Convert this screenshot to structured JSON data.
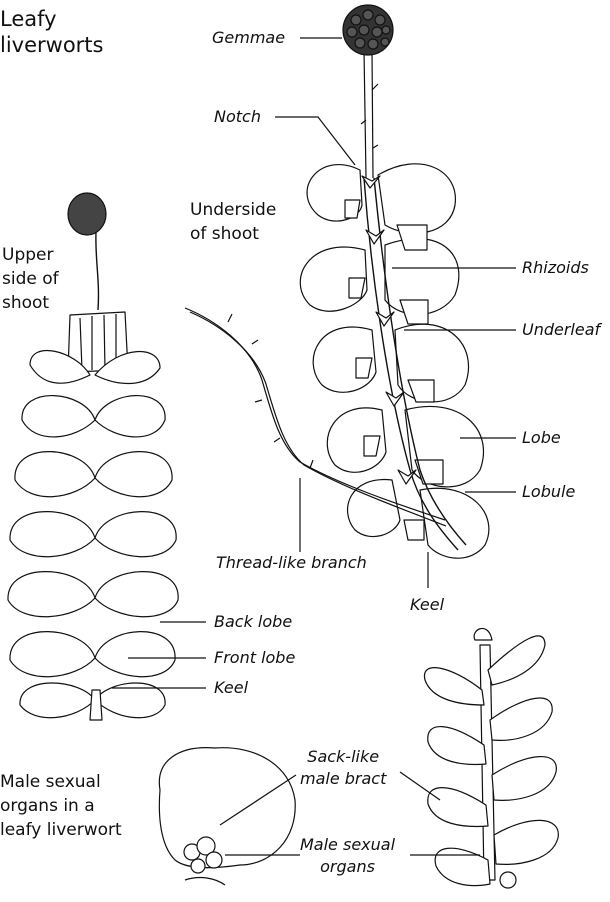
{
  "title": "Leafy\nliverworts",
  "headings": {
    "underside": "Underside\nof shoot",
    "upper": "Upper\nside of\nshoot",
    "male": "Male sexual\norgans in a\nleafy liverwort"
  },
  "labels": {
    "gemmae": "Gemmae",
    "notch": "Notch",
    "rhizoids": "Rhizoids",
    "underleaf": "Underleaf",
    "lobe": "Lobe",
    "lobule": "Lobule",
    "thread_branch": "Thread-like branch",
    "keel_right": "Keel",
    "back_lobe": "Back lobe",
    "front_lobe": "Front lobe",
    "keel_left": "Keel",
    "sack_bract": "Sack-like\nmale bract",
    "male_organs": "Male sexual\norgans"
  }
}
